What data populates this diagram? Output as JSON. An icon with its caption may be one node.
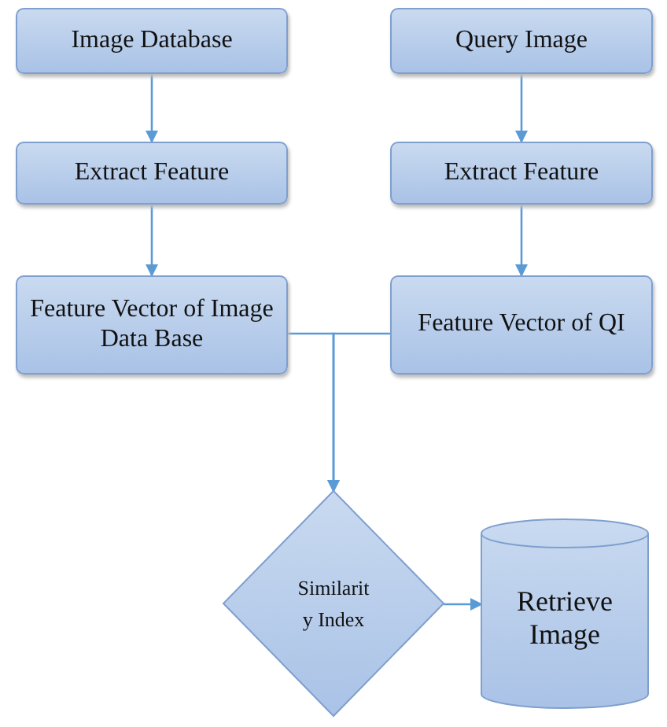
{
  "diagram": {
    "nodes": [
      {
        "text": [
          "Image Database"
        ]
      },
      {
        "text": [
          "Query Image"
        ]
      },
      {
        "text": [
          "Extract Feature"
        ]
      },
      {
        "text": [
          "Extract Feature"
        ]
      },
      {
        "text": [
          "Feature Vector of Image Data Base"
        ]
      },
      {
        "text": [
          "Feature Vector of QI"
        ]
      },
      {
        "text": [
          "Similarity Index"
        ]
      },
      {
        "text": [
          "Retrieve Image"
        ]
      }
    ],
    "edges": [
      {
        "from": 0,
        "to": 2,
        "arrow": "to"
      },
      {
        "from": 1,
        "to": 3,
        "arrow": "to"
      },
      {
        "from": 2,
        "to": 4,
        "arrow": "to"
      },
      {
        "from": 3,
        "to": 5,
        "arrow": "to"
      },
      {
        "from": 4,
        "to": 6,
        "arrow": "to"
      },
      {
        "from": 5,
        "to": 6,
        "arrow": "to"
      },
      {
        "from": 6,
        "to": 7,
        "arrow": "to"
      }
    ]
  }
}
